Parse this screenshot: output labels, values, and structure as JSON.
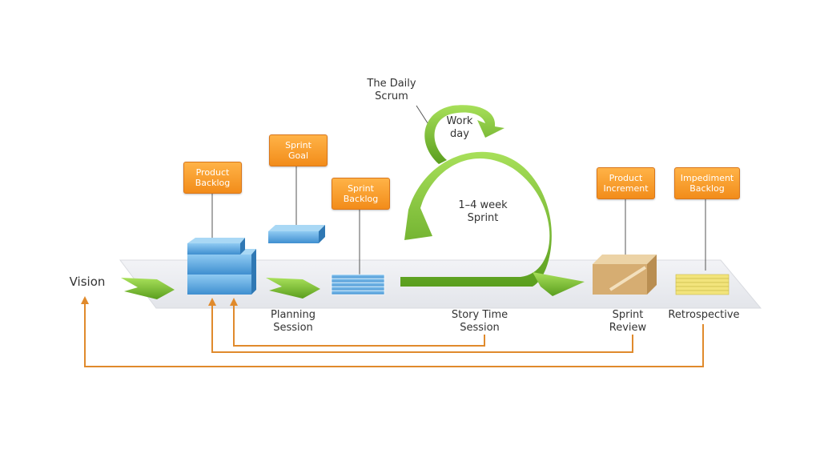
{
  "vision": {
    "label": "Vision"
  },
  "tags": {
    "product_backlog": [
      "Product",
      "Backlog"
    ],
    "sprint_goal": [
      "Sprint",
      "Goal"
    ],
    "sprint_backlog": [
      "Sprint",
      "Backlog"
    ],
    "product_increment": [
      "Product",
      "Increment"
    ],
    "impediment_backlog": [
      "Impediment",
      "Backlog"
    ]
  },
  "cycle": {
    "daily_scrum": [
      "The Daily",
      "Scrum"
    ],
    "work_day": [
      "Work",
      "day"
    ],
    "sprint": [
      "1–4 week",
      "Sprint"
    ]
  },
  "stages": {
    "planning": [
      "Planning",
      "Session"
    ],
    "story_time": [
      "Story Time",
      "Session"
    ],
    "sprint_review": [
      "Sprint",
      "Review"
    ],
    "retrospective": [
      "Retrospective"
    ]
  },
  "colors": {
    "tag_orange": "#f5a02e",
    "arrow_green": "#7dc031",
    "feedback_orange": "#e08a2c",
    "backlog_blue": "#4d9fd9",
    "box_tan": "#d9b47a",
    "retro_yellow": "#f0e27a"
  }
}
